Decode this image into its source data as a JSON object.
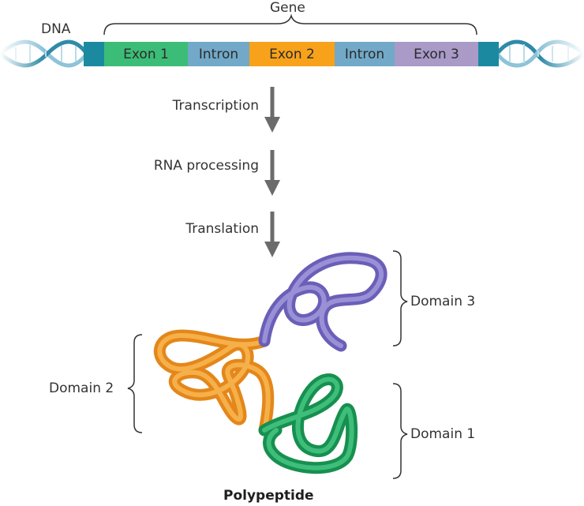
{
  "dna_label": "DNA",
  "gene_label": "Gene",
  "segments": [
    {
      "label": "Exon 1",
      "color": "#3cbd77"
    },
    {
      "label": "Intron",
      "color": "#72a9c8"
    },
    {
      "label": "Exon 2",
      "color": "#f7a21a"
    },
    {
      "label": "Intron",
      "color": "#72a9c8"
    },
    {
      "label": "Exon 3",
      "color": "#a99ac8"
    }
  ],
  "end_cap_color": "#1b8aa0",
  "steps": [
    "Transcription",
    "RNA processing",
    "Translation"
  ],
  "domains": {
    "domain3": "Domain 3",
    "domain2": "Domain 2",
    "domain1": "Domain 1"
  },
  "domain_colors": {
    "domain1": "#1e9a60",
    "domain2": "#f29a22",
    "domain3": "#7d72c4"
  },
  "product_label": "Polypeptide"
}
